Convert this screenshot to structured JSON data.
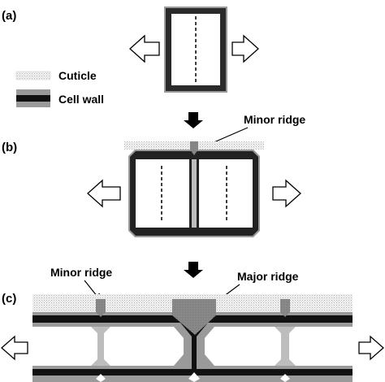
{
  "panels": {
    "a": {
      "label": "(a)"
    },
    "b": {
      "label": "(b)",
      "annotation": "Minor ridge"
    },
    "c": {
      "label": "(c)",
      "annotation_left": "Minor ridge",
      "annotation_right": "Major ridge"
    }
  },
  "legend": [
    {
      "key": "cuticle",
      "label": "Cuticle"
    },
    {
      "key": "cell_wall",
      "label": "Cell wall"
    }
  ],
  "colors": {
    "cuticle": "#eaeaea",
    "cell_wall_outer": "#9a9a9a",
    "cell_wall_core": "#111111",
    "wall_light": "#bdbdbd",
    "ridge": "#8a8a8a"
  }
}
